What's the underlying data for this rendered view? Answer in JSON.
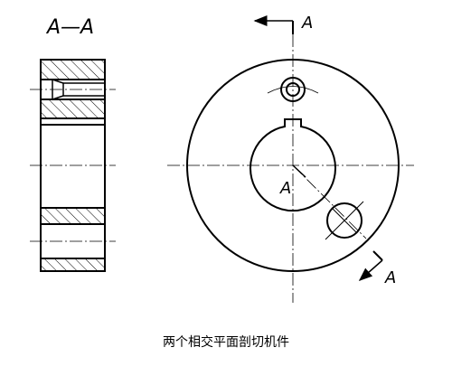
{
  "section_view": {
    "title": "A—A"
  },
  "front_view": {
    "cut_label_top": "A",
    "cut_label_bottom": "A",
    "bore_label": "A"
  },
  "caption": "两个相交平面剖切机件"
}
